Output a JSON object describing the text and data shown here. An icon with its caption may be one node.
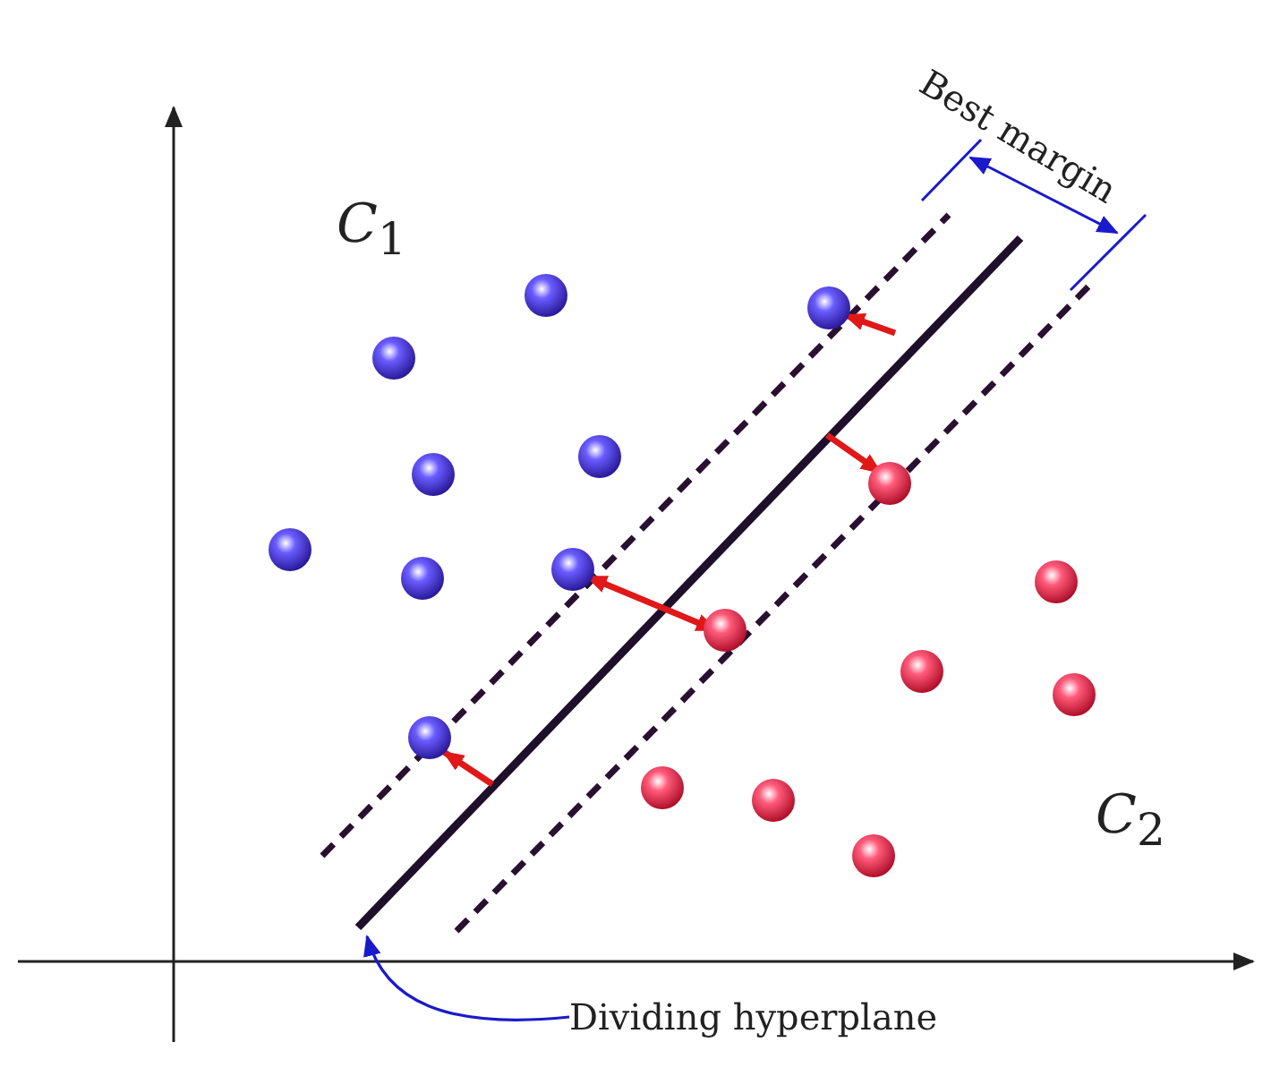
{
  "diagram": {
    "nodes": [
      {
        "text": [
          "Dividing hyperplane"
        ]
      },
      {
        "text": [],
        "shape": "line"
      }
    ],
    "edges": [
      {
        "from": 0,
        "to": 1,
        "arrow": "to",
        "color": "#1a1acc"
      }
    ],
    "labels": [
      "*C*$_{1}$",
      "Best margin",
      "*C*$_{2}$"
    ]
  }
}
